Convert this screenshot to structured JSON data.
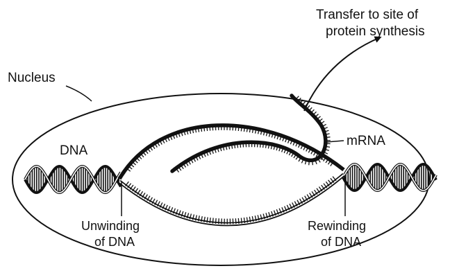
{
  "labels": {
    "transfer_line1": "Transfer to site of",
    "transfer_line2": "protein synthesis",
    "nucleus": "Nucleus",
    "dna": "DNA",
    "mrna": "mRNA",
    "unwinding_line1": "Unwinding",
    "unwinding_line2": "of DNA",
    "rewinding_line1": "Rewinding",
    "rewinding_line2": "of DNA"
  },
  "colors": {
    "ink": "#111111",
    "background": "#ffffff"
  }
}
